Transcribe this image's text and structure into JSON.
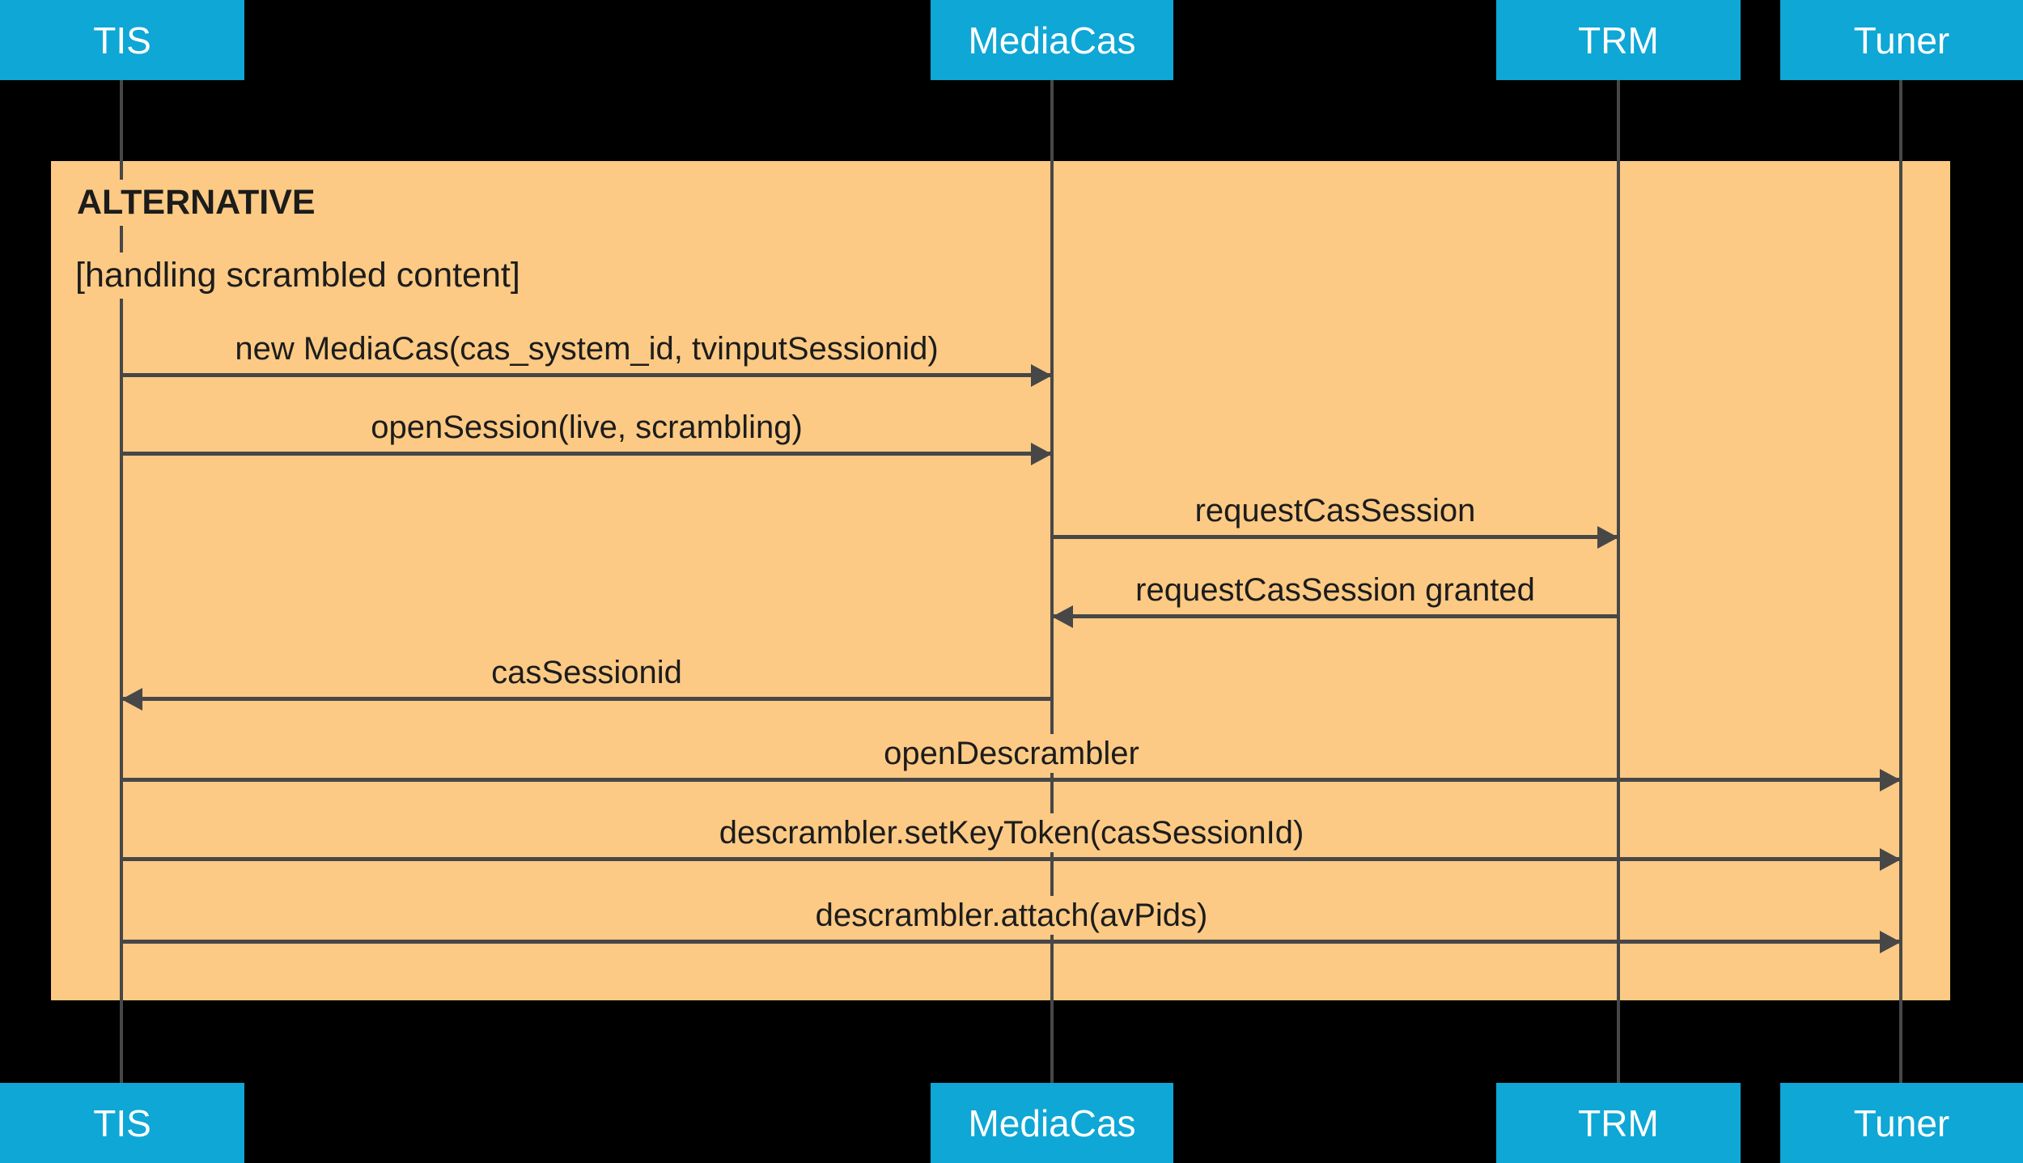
{
  "diagram_colors": {
    "background": "#000000",
    "actor_fill": "#0EA7D6",
    "actor_text": "#FFFFFF",
    "frame_fill": "#FCCA84",
    "line": "#474747",
    "label_text": "#1C1C1C"
  },
  "actors": [
    {
      "id": "tis",
      "label": "TIS"
    },
    {
      "id": "mediacas",
      "label": "MediaCas"
    },
    {
      "id": "trm",
      "label": "TRM"
    },
    {
      "id": "tuner",
      "label": "Tuner"
    }
  ],
  "frame": {
    "operator": "ALTERNATIVE",
    "condition": "[handling scrambled content]"
  },
  "messages": [
    {
      "label": "new MediaCas(cas_system_id, tvinputSessionid)",
      "from": "TIS",
      "to": "MediaCas",
      "direction": "right"
    },
    {
      "label": "openSession(live, scrambling)",
      "from": "TIS",
      "to": "MediaCas",
      "direction": "right"
    },
    {
      "label": "requestCasSession",
      "from": "MediaCas",
      "to": "TRM",
      "direction": "right"
    },
    {
      "label": "requestCasSession granted",
      "from": "TRM",
      "to": "MediaCas",
      "direction": "left"
    },
    {
      "label": "casSessionid",
      "from": "MediaCas",
      "to": "TIS",
      "direction": "left"
    },
    {
      "label": "openDescrambler",
      "from": "TIS",
      "to": "Tuner",
      "direction": "right"
    },
    {
      "label": "descrambler.setKeyToken(casSessionId)",
      "from": "TIS",
      "to": "Tuner",
      "direction": "right"
    },
    {
      "label": "descrambler.attach(avPids)",
      "from": "TIS",
      "to": "Tuner",
      "direction": "right"
    }
  ]
}
